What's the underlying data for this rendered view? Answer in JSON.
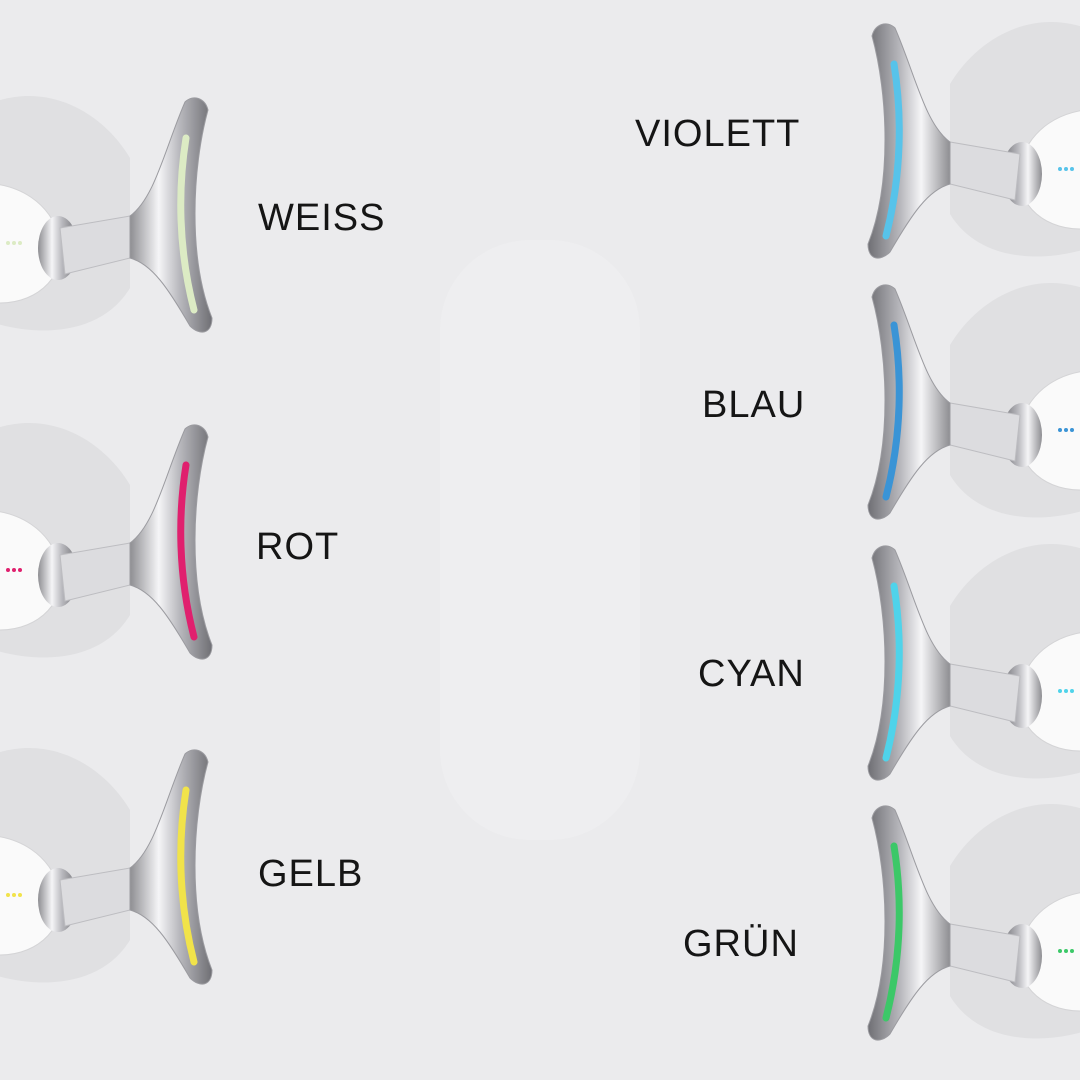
{
  "devices": [
    {
      "side": "left",
      "label": "WEISS",
      "led_color": "#dcebc4"
    },
    {
      "side": "left",
      "label": "ROT",
      "led_color": "#e0206e"
    },
    {
      "side": "left",
      "label": "GELB",
      "led_color": "#f1e34a"
    },
    {
      "side": "right",
      "label": "VIOLETT",
      "led_color": "#57c3ea"
    },
    {
      "side": "right",
      "label": "BLAU",
      "led_color": "#3a94d6"
    },
    {
      "side": "right",
      "label": "CYAN",
      "led_color": "#4fd3ea"
    },
    {
      "side": "right",
      "label": "GRÜN",
      "led_color": "#3cc868"
    }
  ]
}
